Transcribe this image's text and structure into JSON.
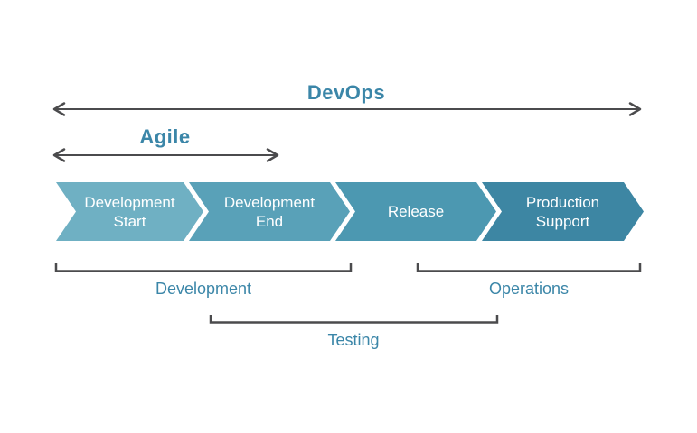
{
  "diagram": {
    "background_color": "#FFFFFF",
    "accent_text_color": "#3B86A8",
    "line_color": "#4B4B4D",
    "stage_text_color": "#FFFFFF",
    "span_arrows": [
      {
        "label": "DevOps"
      },
      {
        "label": "Agile"
      }
    ],
    "stages": [
      {
        "label": "Development\nStart",
        "color": "#6FB0C3"
      },
      {
        "label": "Development\nEnd",
        "color": "#59A1B8"
      },
      {
        "label": "Release",
        "color": "#4C98B1"
      },
      {
        "label": "Production\nSupport",
        "color": "#3D86A3"
      }
    ],
    "brackets": [
      {
        "label": "Development"
      },
      {
        "label": "Operations"
      },
      {
        "label": "Testing"
      }
    ]
  }
}
